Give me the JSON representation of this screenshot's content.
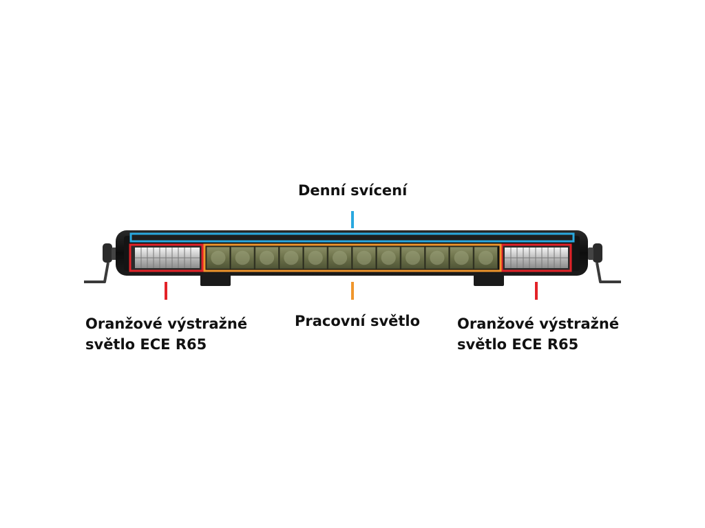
{
  "labels": {
    "daytime": "Denní svícení",
    "work": "Pracovní světlo",
    "warning_left": {
      "line1": "Oranžové výstražné",
      "line2": "světlo ECE R65"
    },
    "warning_right": {
      "line1": "Oranžové výstražné",
      "line2": "světlo ECE R65"
    }
  },
  "colors": {
    "daytime_marker": "#29a8df",
    "work_marker": "#f0962c",
    "warning_marker": "#e32228",
    "housing": "#111111",
    "work_led_fill": "#6e7350"
  },
  "work_led_count": 12
}
